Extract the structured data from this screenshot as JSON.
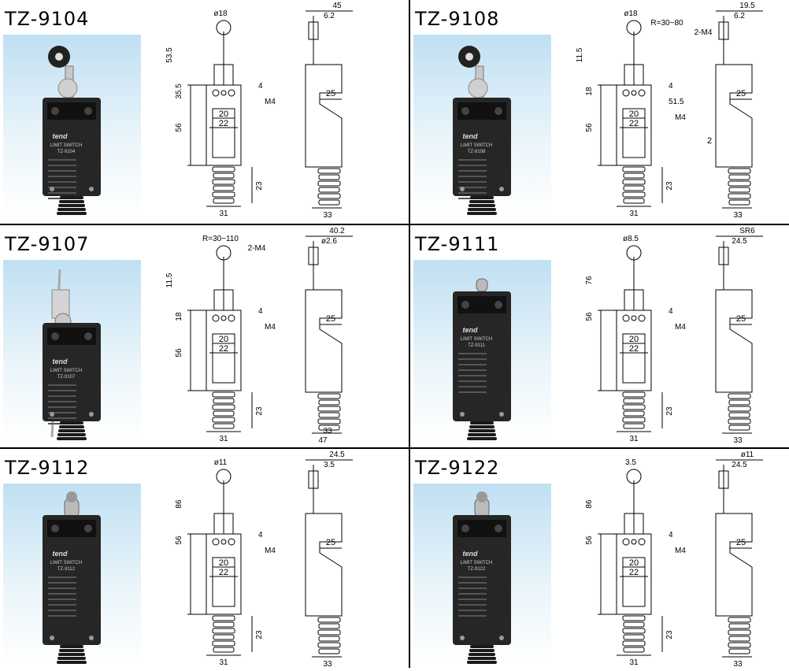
{
  "panels": [
    {
      "title": "TZ-9104",
      "photo": {
        "brand": "tend",
        "type": "LIMIT SWITCH",
        "model": "TZ-9104",
        "actuator": "roller-lever"
      },
      "front": {
        "top": [
          "ø18"
        ],
        "left": [
          "53.5",
          "35.5",
          "56"
        ],
        "right": [
          "4",
          "M4"
        ],
        "bottom": [
          "20",
          "22",
          "23",
          "31"
        ]
      },
      "side": {
        "top": [
          "45",
          "6.2"
        ],
        "mid": [
          "25"
        ],
        "bottom": [
          "33"
        ]
      }
    },
    {
      "title": "TZ-9108",
      "photo": {
        "brand": "tend",
        "type": "LIMIT SWITCH",
        "model": "TZ-9108",
        "actuator": "adjustable-roller-lever"
      },
      "front": {
        "top": [
          "ø18",
          "R=30~80",
          "2-M4"
        ],
        "left": [
          "11.5",
          "18",
          "56"
        ],
        "right": [
          "4",
          "51.5",
          "M4"
        ],
        "bottom": [
          "20",
          "22",
          "23",
          "31"
        ]
      },
      "side": {
        "top": [
          "19.5",
          "6.2"
        ],
        "mid": [
          "25",
          "2"
        ],
        "bottom": [
          "33"
        ]
      }
    },
    {
      "title": "TZ-9107",
      "photo": {
        "brand": "tend",
        "type": "LIMIT SWITCH",
        "model": "TZ-9107",
        "actuator": "rod-lever"
      },
      "front": {
        "top": [
          "R=30~110",
          "2-M4"
        ],
        "left": [
          "11.5",
          "18",
          "56"
        ],
        "right": [
          "4",
          "M4"
        ],
        "bottom": [
          "20",
          "22",
          "23",
          "31"
        ]
      },
      "side": {
        "top": [
          "40.2",
          "ø2.6"
        ],
        "mid": [
          "25"
        ],
        "bottom": [
          "33",
          "47"
        ]
      }
    },
    {
      "title": "TZ-9111",
      "photo": {
        "brand": "tend",
        "type": "LIMIT SWITCH",
        "model": "TZ-9111",
        "actuator": "plunger"
      },
      "front": {
        "top": [
          "ø8.5"
        ],
        "left": [
          "76",
          "56"
        ],
        "right": [
          "4",
          "M4"
        ],
        "bottom": [
          "20",
          "22",
          "23",
          "31"
        ]
      },
      "side": {
        "top": [
          "SR6",
          "24.5"
        ],
        "mid": [
          "25"
        ],
        "bottom": [
          "33"
        ]
      }
    },
    {
      "title": "TZ-9112",
      "photo": {
        "brand": "tend",
        "type": "LIMIT SWITCH",
        "model": "TZ-9112",
        "actuator": "roller-plunger"
      },
      "front": {
        "top": [
          "ø11"
        ],
        "left": [
          "86",
          "56"
        ],
        "right": [
          "4",
          "M4"
        ],
        "bottom": [
          "20",
          "22",
          "23",
          "31"
        ]
      },
      "side": {
        "top": [
          "24.5",
          "3.5"
        ],
        "mid": [
          "25"
        ],
        "bottom": [
          "33"
        ]
      }
    },
    {
      "title": "TZ-9122",
      "photo": {
        "brand": "tend",
        "type": "LIMIT SWITCH",
        "model": "TZ-9122",
        "actuator": "cross-roller-plunger"
      },
      "front": {
        "top": [
          "3.5"
        ],
        "left": [
          "86",
          "56"
        ],
        "right": [
          "4",
          "M4"
        ],
        "bottom": [
          "20",
          "22",
          "23",
          "31"
        ]
      },
      "side": {
        "top": [
          "ø11",
          "24.5"
        ],
        "mid": [
          "25"
        ],
        "bottom": [
          "33"
        ]
      }
    }
  ]
}
